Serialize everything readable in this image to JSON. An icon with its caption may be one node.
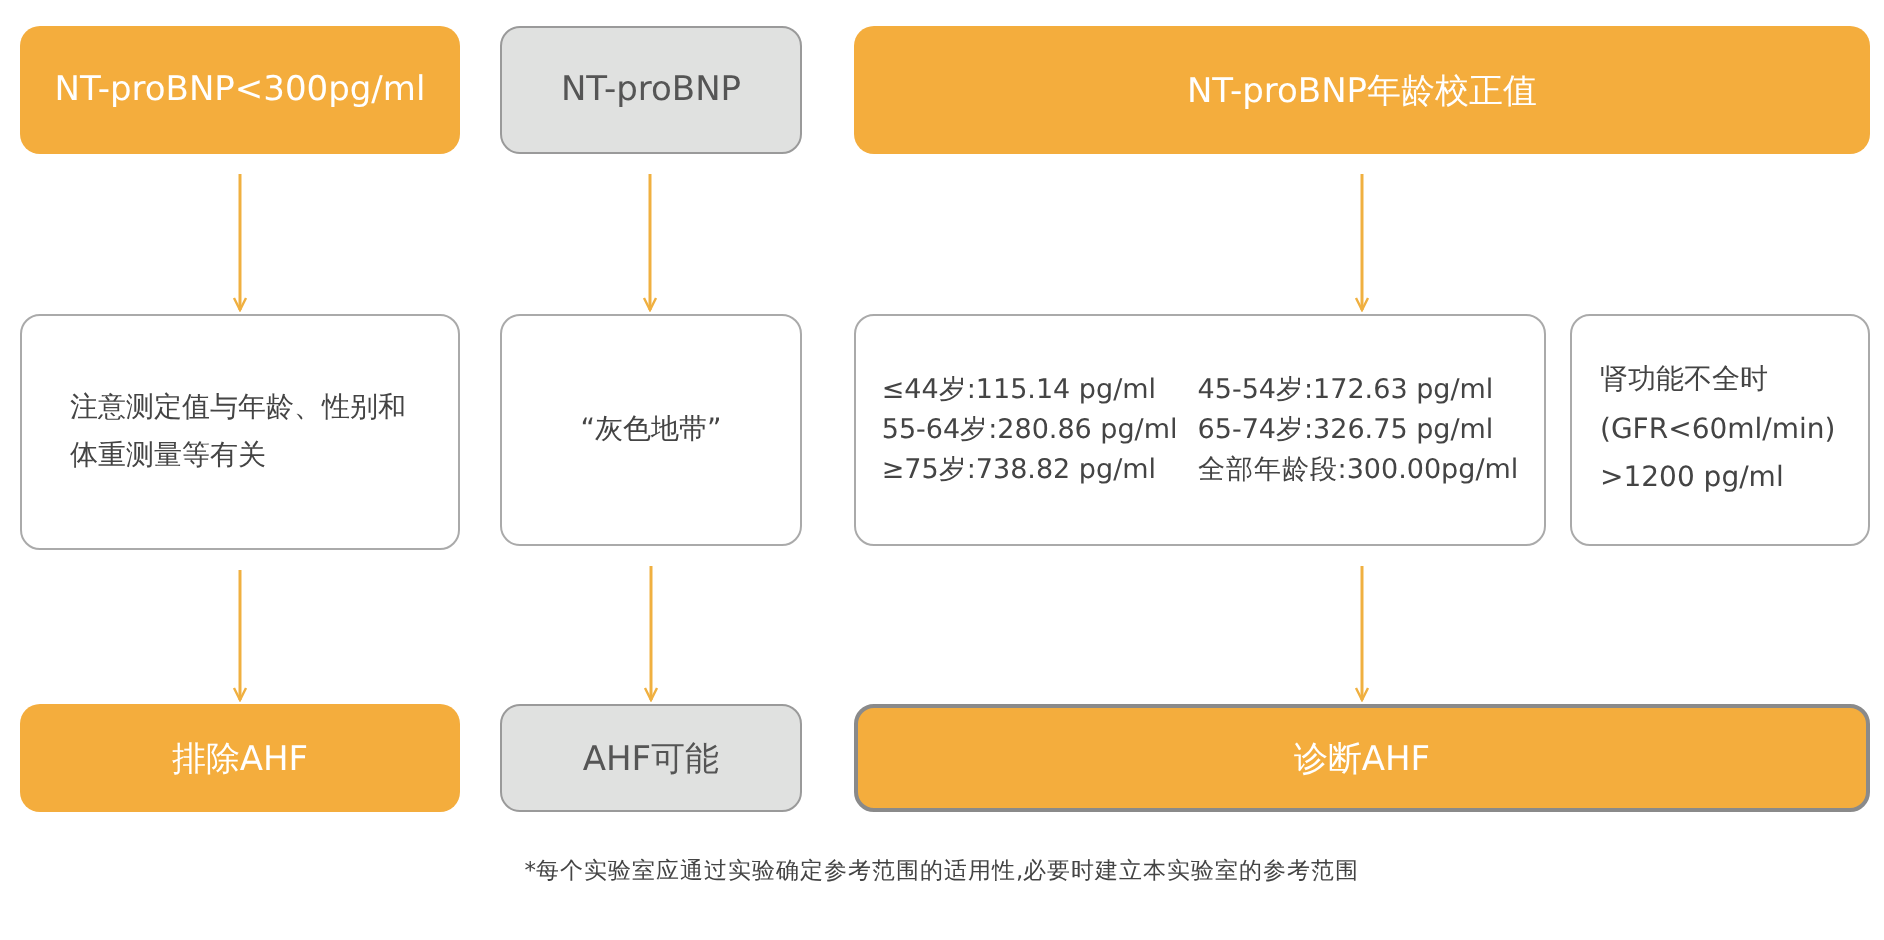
{
  "diagram": {
    "nodes": [
      {
        "text": [
          "NT-proBNP<300pg/ml"
        ]
      },
      {
        "text": [
          "NT-proBNP"
        ]
      },
      {
        "text": [
          "NT-proBNP年龄校正值"
        ]
      },
      {
        "text": [
          "注意测定值与年龄、性别和体重测量等有关"
        ]
      },
      {
        "text": [
          "“灰色地带”"
        ]
      },
      {
        "text": [
          "≤44岁:115.14 pg/ml",
          "45-54岁:172.63 pg/ml",
          "55-64岁:280.86 pg/ml",
          "65-74岁:326.75 pg/ml",
          "≥75岁:738.82 pg/ml",
          "全部年龄段:300.00pg/ml"
        ]
      },
      {
        "text": [
          "肾功能不全时 (GFR<60ml/min) >1200 pg/ml"
        ]
      },
      {
        "text": [
          "排除AHF"
        ]
      },
      {
        "text": [
          "AHF可能"
        ]
      },
      {
        "text": [
          "诊断AHF"
        ]
      }
    ],
    "edges": [
      {
        "from": 0,
        "to": 3,
        "arrow": "to"
      },
      {
        "from": 1,
        "to": 4,
        "arrow": "to"
      },
      {
        "from": 2,
        "to": 5,
        "arrow": "to"
      },
      {
        "from": 3,
        "to": 7,
        "arrow": "to"
      },
      {
        "from": 4,
        "to": 8,
        "arrow": "to"
      },
      {
        "from": 5,
        "to": 9,
        "arrow": "to"
      }
    ],
    "labels": [
      "*每个实验室应通过实验确定参考范围的适用性,必要时建立本实验室的参考范围"
    ]
  }
}
